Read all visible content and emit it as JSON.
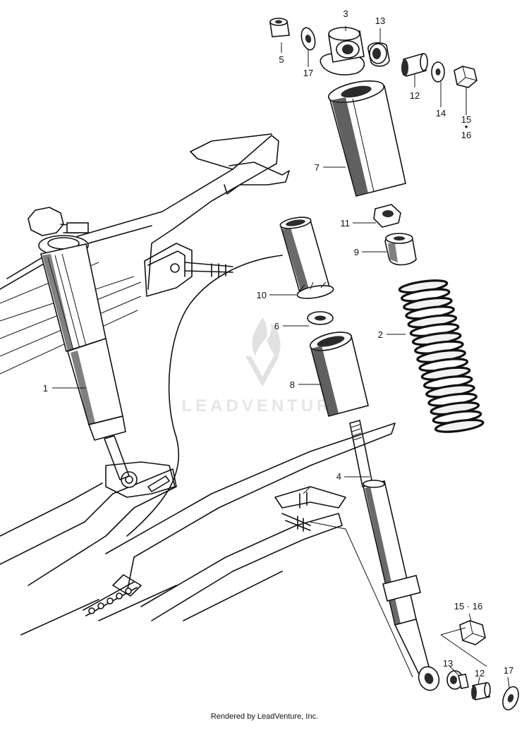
{
  "diagram": {
    "callouts": {
      "c1": "1",
      "c2": "2",
      "c3": "3",
      "c4": "4",
      "c5": "5",
      "c6": "6",
      "c7": "7",
      "c8": "8",
      "c9": "9",
      "c10": "10",
      "c11": "11",
      "c12_top": "12",
      "c12_bottom": "12",
      "c13_top": "13",
      "c13_bottom": "13",
      "c14": "14",
      "c15_top": "15",
      "c16_top": "16",
      "c15_16_bottom": "15 · 16",
      "c17_top": "17",
      "c17_bottom": "17"
    },
    "watermark": "LEADVENTURE"
  },
  "footer": {
    "credit": "Rendered by LeadVenture, Inc."
  }
}
